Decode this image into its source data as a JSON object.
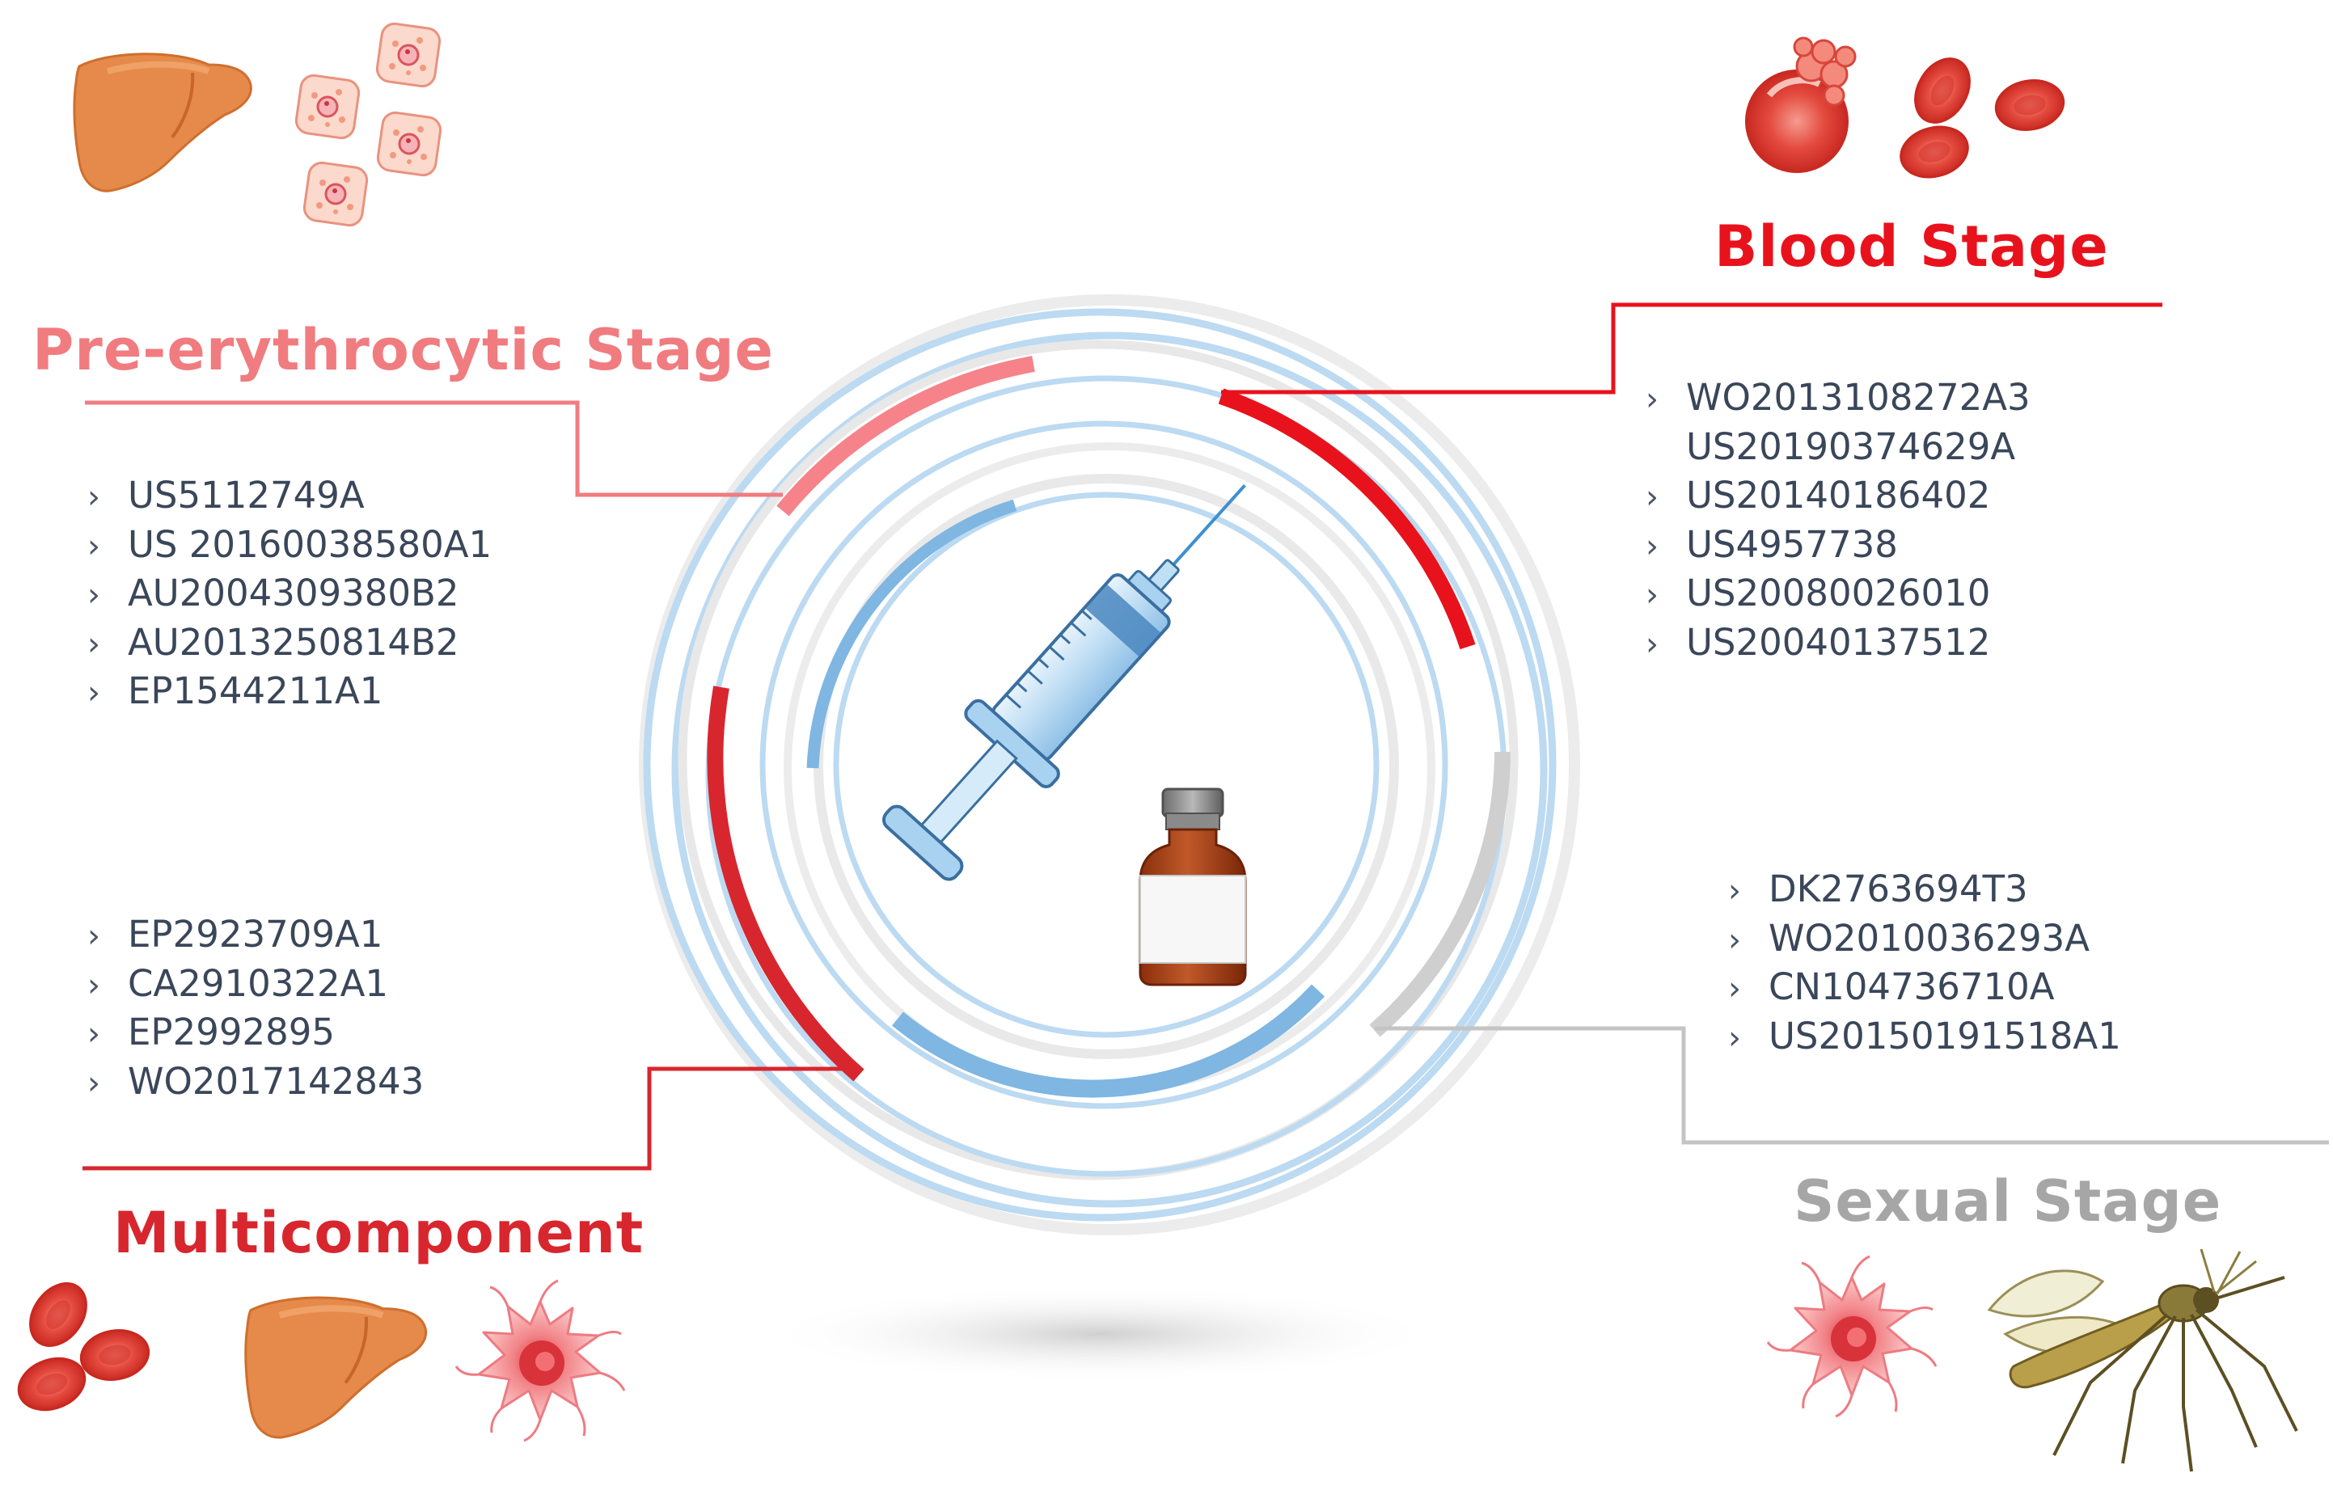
{
  "stages": {
    "pre_erythrocytic": {
      "title": "Pre-erythrocytic Stage",
      "color": "#f07c80",
      "patents": [
        "US5112749A",
        "US 20160038580A1",
        "AU2004309380B2",
        "AU2013250814B2",
        "EP1544211A1"
      ]
    },
    "blood": {
      "title": "Blood Stage",
      "color": "#e8121c",
      "patents": [
        "WO2013108272A3",
        "US20190374629A",
        "US20140186402",
        "US4957738",
        "US20080026010",
        "US20040137512"
      ],
      "continuation_indices": [
        1
      ]
    },
    "multicomponent": {
      "title": "Multicomponent",
      "color": "#d8262e",
      "patents": [
        "EP2923709A1",
        "CA2910322A1",
        "EP2992895",
        "WO2017142843"
      ]
    },
    "sexual": {
      "title": "Sexual Stage",
      "color": "#a6a6a6",
      "patents": [
        "DK2763694T3",
        "WO2010036293A",
        "CN104736710A",
        "US20150191518A1"
      ]
    }
  },
  "list_bullet": "›",
  "icons": [
    "liver-icon",
    "infected-hepatocyte-icon",
    "red-blood-cell-icon",
    "ruptured-erythrocyte-icon",
    "gametocyte-icon",
    "mosquito-icon",
    "syringe-icon",
    "vaccine-vial-icon"
  ],
  "palette": {
    "ring_blue": "#b9d9f1",
    "ring_blue_dark": "#7fb6e2",
    "ring_gray": "#e8e8e8",
    "liver": "#e58a4a",
    "rbc": "#e5483f",
    "vial": "#b04a1e"
  }
}
